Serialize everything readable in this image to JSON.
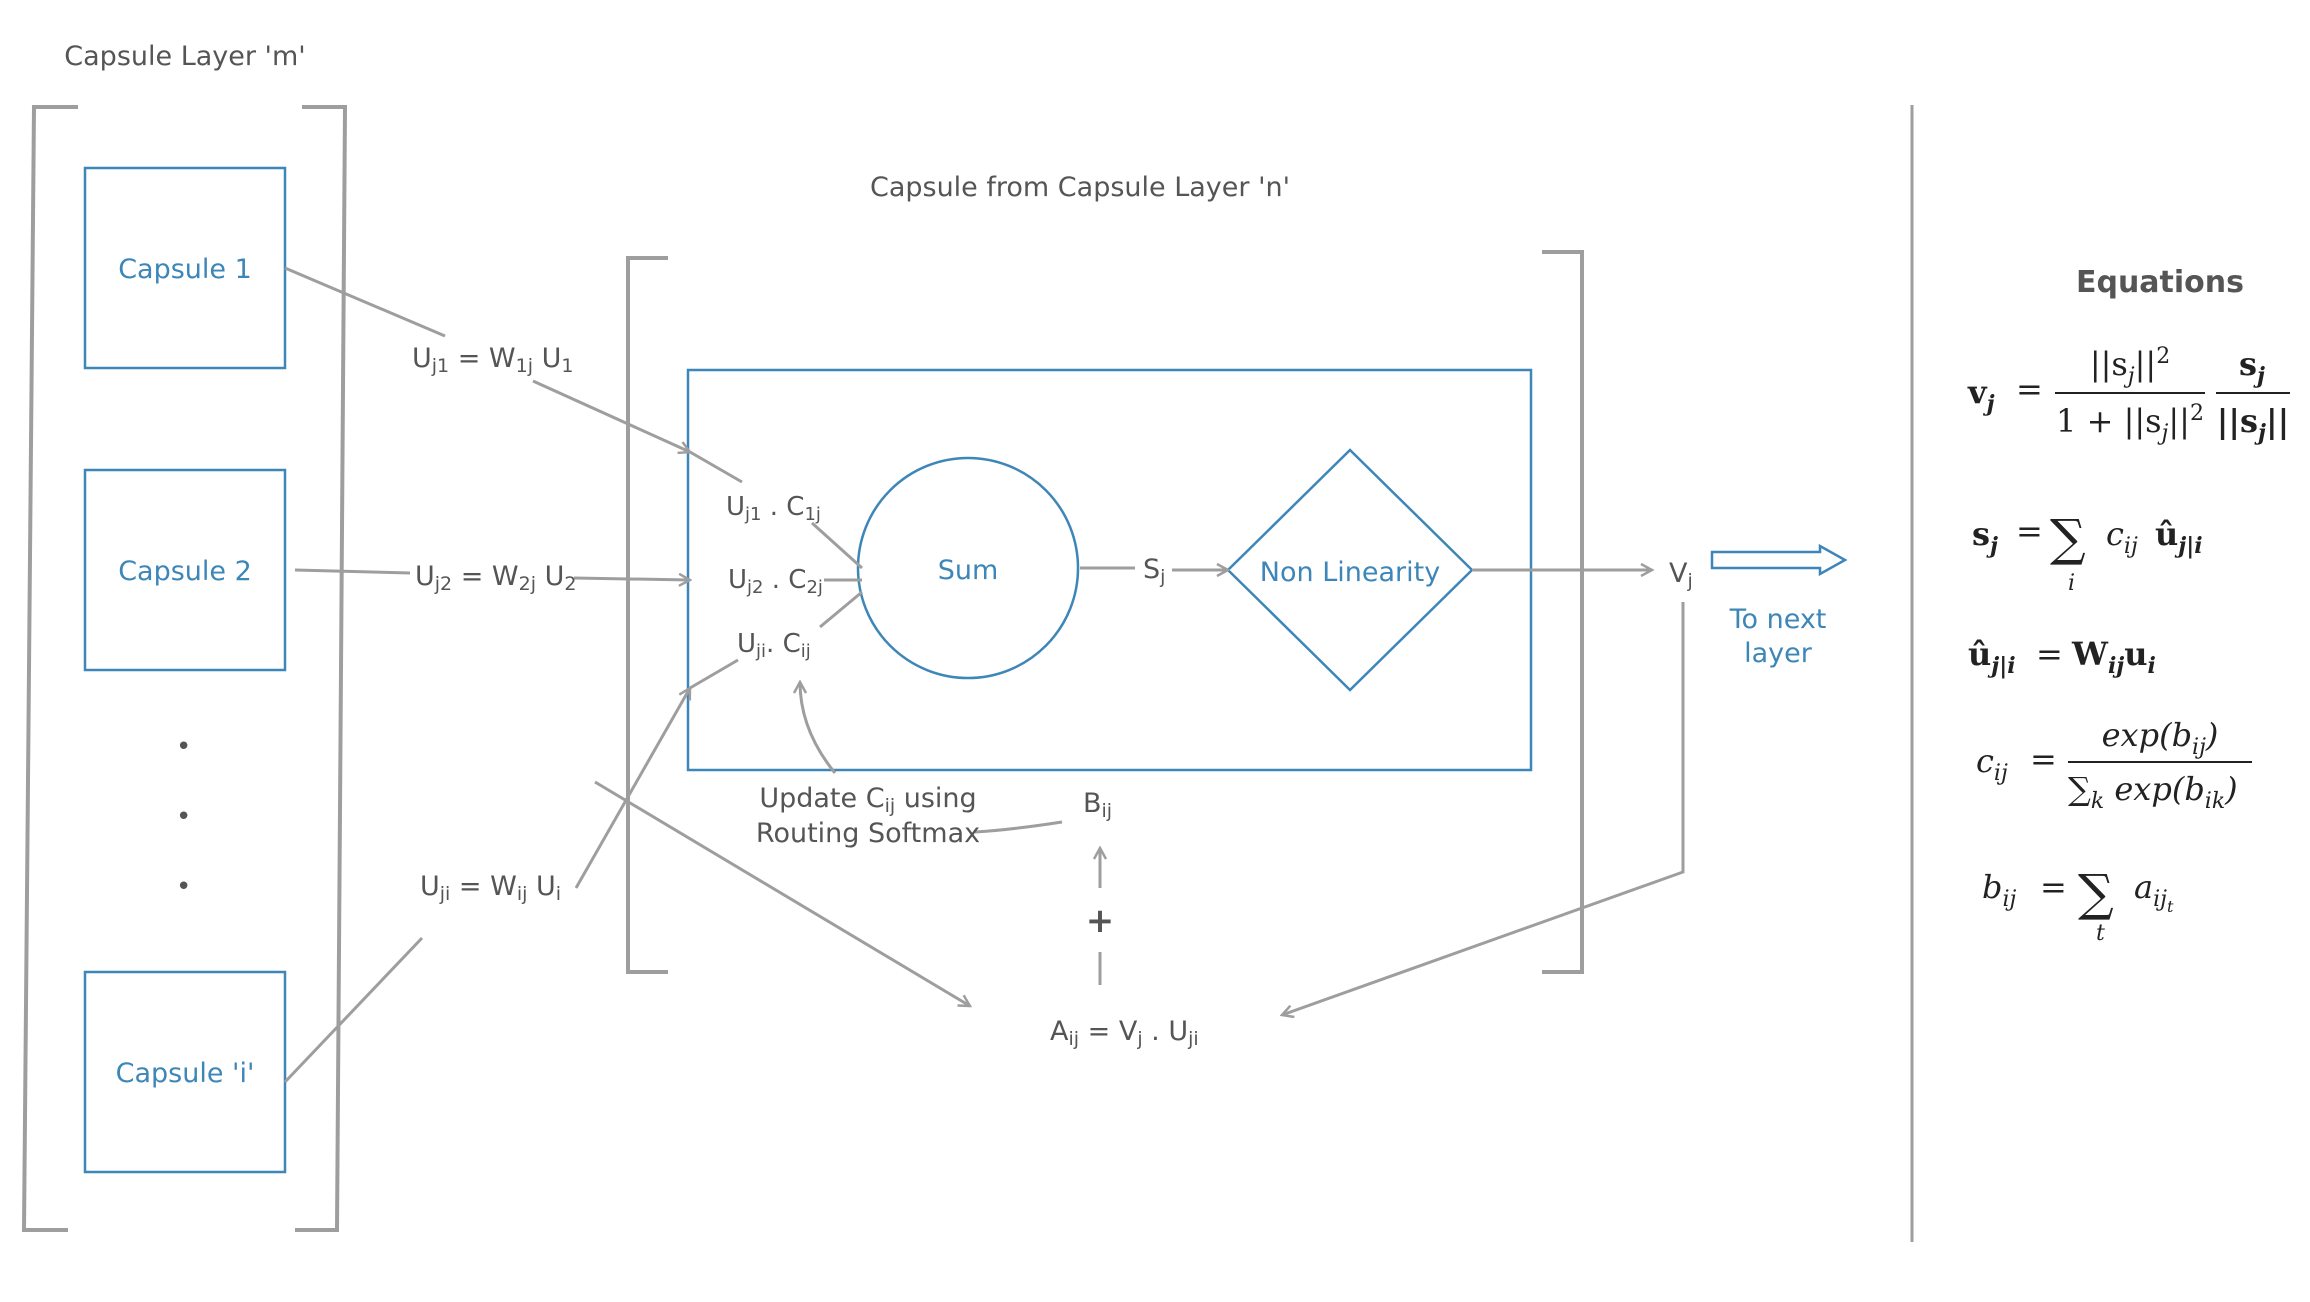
{
  "layer_m_title": "Capsule Layer 'm'",
  "layer_n_title": "Capsule from Capsule Layer 'n'",
  "capsules": [
    {
      "label": "Capsule 1"
    },
    {
      "label": "Capsule 2"
    },
    {
      "label": "Capsule 'i'"
    }
  ],
  "dots": [
    "•",
    "•",
    "•"
  ],
  "predictions": [
    {
      "base": "U",
      "sub1": "j1",
      "mid": " = W",
      "sub2": "1j",
      "end": " U",
      "sub3": "1"
    },
    {
      "base": "U",
      "sub1": "j2",
      "mid": " = W",
      "sub2": "2j",
      "end": " U",
      "sub3": "2"
    },
    {
      "base": "U",
      "sub1": "ji",
      "mid": " = W",
      "sub2": "ij",
      "end": " U",
      "sub3": "i"
    }
  ],
  "weighted": [
    {
      "base": "U",
      "sub1": "j1",
      "mid": " . C",
      "sub2": "1j"
    },
    {
      "base": "U",
      "sub1": "j2",
      "mid": " . C",
      "sub2": "2j"
    },
    {
      "base": "U",
      "sub1": "ji",
      "mid": ". C",
      "sub2": "ij"
    }
  ],
  "sum_label": "Sum",
  "nonlinearity_label": "Non Linearity",
  "s_label": {
    "base": "S",
    "sub": "j"
  },
  "v_label": {
    "base": "V",
    "sub": "j"
  },
  "to_next": [
    "To next",
    "layer"
  ],
  "update_text": {
    "line1a": "Update C",
    "line1sub": "ij",
    "line1b": " using",
    "line2": "Routing Softmax"
  },
  "b_label": {
    "base": "B",
    "sub": "ij"
  },
  "plus": "+",
  "agreement": {
    "a": "A",
    "asub": "ij",
    "mid": " = V",
    "vsub": "j",
    "dot": " . U",
    "usub": "ji"
  },
  "equations_title": "Equations",
  "equations": {
    "e1": {
      "lhs": "v",
      "lhs_sub": "j",
      "num1": "||s",
      "num1_sub": "j",
      "num1_end": "||",
      "num1_sup": "2",
      "den1": "1 + ||s",
      "den1_sub": "j",
      "den1_end": "||",
      "den1_sup": "2",
      "num2": "s",
      "num2_sub": "j",
      "den2": "||s",
      "den2_sub": "j",
      "den2_end": "||"
    },
    "e2": {
      "lhs": "s",
      "lhs_sub": "j",
      "sigma": "∑",
      "under": "i",
      "c": "c",
      "c_sub": "ij",
      "u": "û",
      "u_sub": "j|i"
    },
    "e3": {
      "lhs": "û",
      "lhs_sub": "j|i",
      "w": "W",
      "w_sub": "ij",
      "u": "u",
      "u_sub": "i"
    },
    "e4": {
      "lhs": "c",
      "lhs_sub": "ij",
      "num": "exp(b",
      "num_sub": "ij",
      "num_end": ")",
      "den_sigma": "∑",
      "den_k": "k",
      "den": " exp(b",
      "den_sub": "ik",
      "den_end": ")"
    },
    "e5": {
      "lhs": "b",
      "lhs_sub": "ij",
      "sigma": "∑",
      "under": "t",
      "a": "a",
      "a_sub": "ij",
      "a_subsub": "t"
    }
  },
  "colors": {
    "blue": "#3d86b8",
    "gray": "#9e9e9e",
    "text": "#555555"
  }
}
